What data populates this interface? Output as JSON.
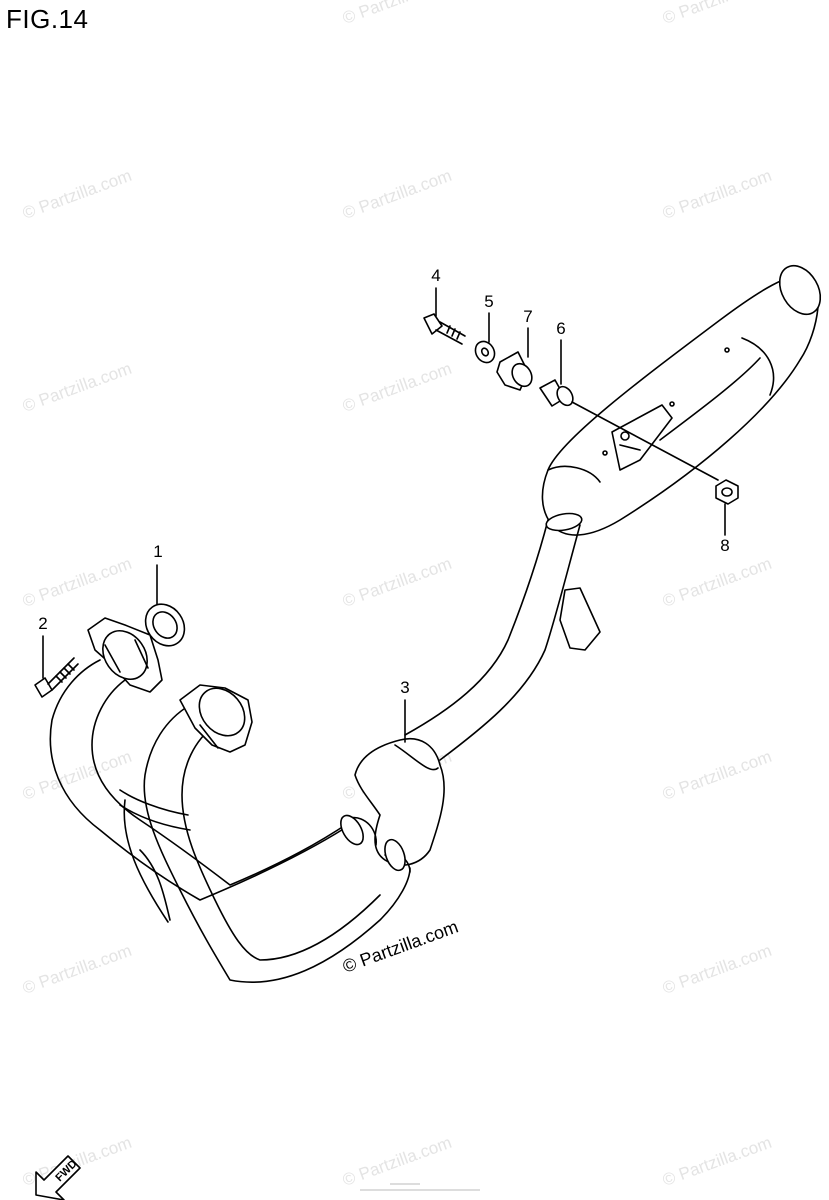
{
  "figure": {
    "title": "FIG.14"
  },
  "watermark": {
    "text": "© Partzilla.com"
  },
  "credit": {
    "text": "© Partzilla.com"
  },
  "callouts": [
    {
      "id": "part-1",
      "label": "1"
    },
    {
      "id": "part-2",
      "label": "2"
    },
    {
      "id": "part-3",
      "label": "3"
    },
    {
      "id": "part-4",
      "label": "4"
    },
    {
      "id": "part-5",
      "label": "5"
    },
    {
      "id": "part-6",
      "label": "6"
    },
    {
      "id": "part-7",
      "label": "7"
    },
    {
      "id": "part-8",
      "label": "8"
    }
  ],
  "fwd": {
    "label": "FWD"
  }
}
